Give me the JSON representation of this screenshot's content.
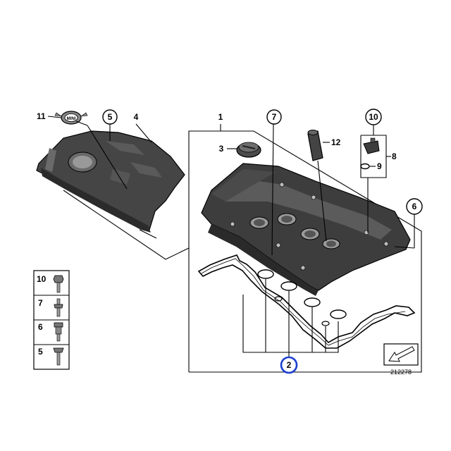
{
  "labels": {
    "l1": "1",
    "l2": "2",
    "l3": "3",
    "l4": "4",
    "l5": "5",
    "l6": "6",
    "l7": "7",
    "l8": "8",
    "l9": "9",
    "l10": "10",
    "l11": "11",
    "l12": "12"
  },
  "legend": {
    "items": [
      {
        "label": "10",
        "icon": "hex-bolt-icon"
      },
      {
        "label": "7",
        "icon": "stud-bolt-icon"
      },
      {
        "label": "6",
        "icon": "spacer-bolt-icon"
      },
      {
        "label": "5",
        "icon": "collar-screw-icon"
      }
    ]
  },
  "reference": {
    "number": "212278"
  },
  "colors": {
    "highlight": "#1a3fd0",
    "part_fill": "#3a3a3a",
    "ink": "#000000"
  },
  "badge": {
    "text": "MINI"
  }
}
